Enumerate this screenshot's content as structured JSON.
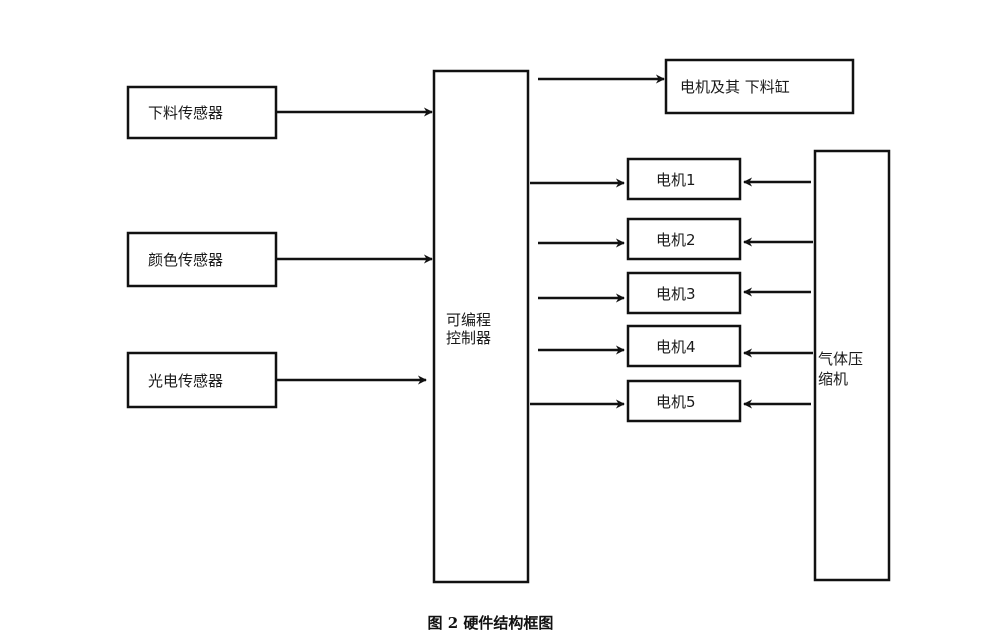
{
  "sensors": {
    "feed": "下料传感器",
    "color": "颜色传感器",
    "photo": "光电传感器"
  },
  "plc": {
    "line1": "可编程",
    "line2": "控制器"
  },
  "outputs": {
    "feed_motor": "电机及其 下料缸",
    "motor1": "电机1",
    "motor2": "电机2",
    "motor3": "电机3",
    "motor4": "电机4",
    "motor5": "电机5"
  },
  "compressor": {
    "line1": "气体压",
    "line2": "缩机"
  },
  "caption": "图 2  硬件结构框图"
}
